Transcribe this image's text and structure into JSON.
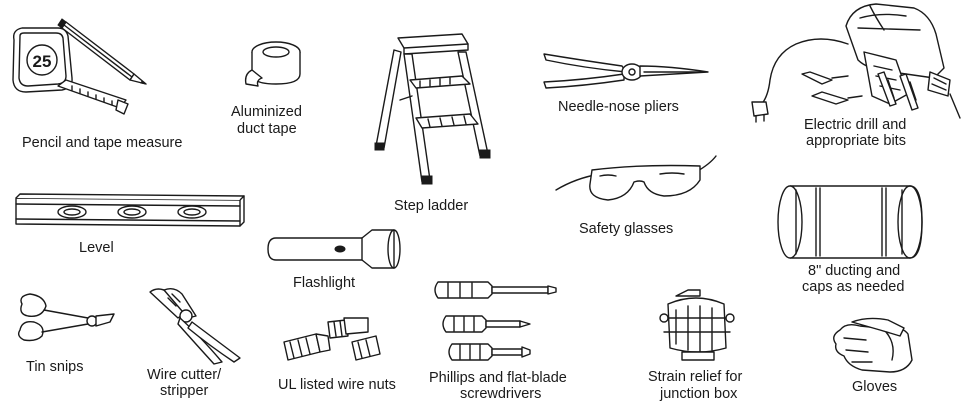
{
  "tools": {
    "pencil_tape": {
      "label": "Pencil and tape measure",
      "tape_mark": "25"
    },
    "duct_tape": {
      "label_line1": "Aluminized",
      "label_line2": "duct tape"
    },
    "step_ladder": {
      "label": "Step ladder"
    },
    "needle_pliers": {
      "label": "Needle-nose pliers"
    },
    "electric_drill": {
      "label_line1": "Electric drill and",
      "label_line2": "appropriate bits"
    },
    "level": {
      "label": "Level"
    },
    "safety_glasses": {
      "label": "Safety glasses"
    },
    "ducting": {
      "label_line1": "8\" ducting and",
      "label_line2": "caps as needed"
    },
    "flashlight": {
      "label": "Flashlight"
    },
    "tin_snips": {
      "label": "Tin snips"
    },
    "wire_cutter": {
      "label_line1": "Wire cutter/",
      "label_line2": "stripper"
    },
    "wire_nuts": {
      "label": "UL listed wire nuts"
    },
    "screwdrivers": {
      "label_line1": "Phillips and flat-blade",
      "label_line2": "screwdrivers"
    },
    "strain_relief": {
      "label_line1": "Strain relief for",
      "label_line2": "junction box"
    },
    "gloves": {
      "label": "Gloves"
    }
  }
}
